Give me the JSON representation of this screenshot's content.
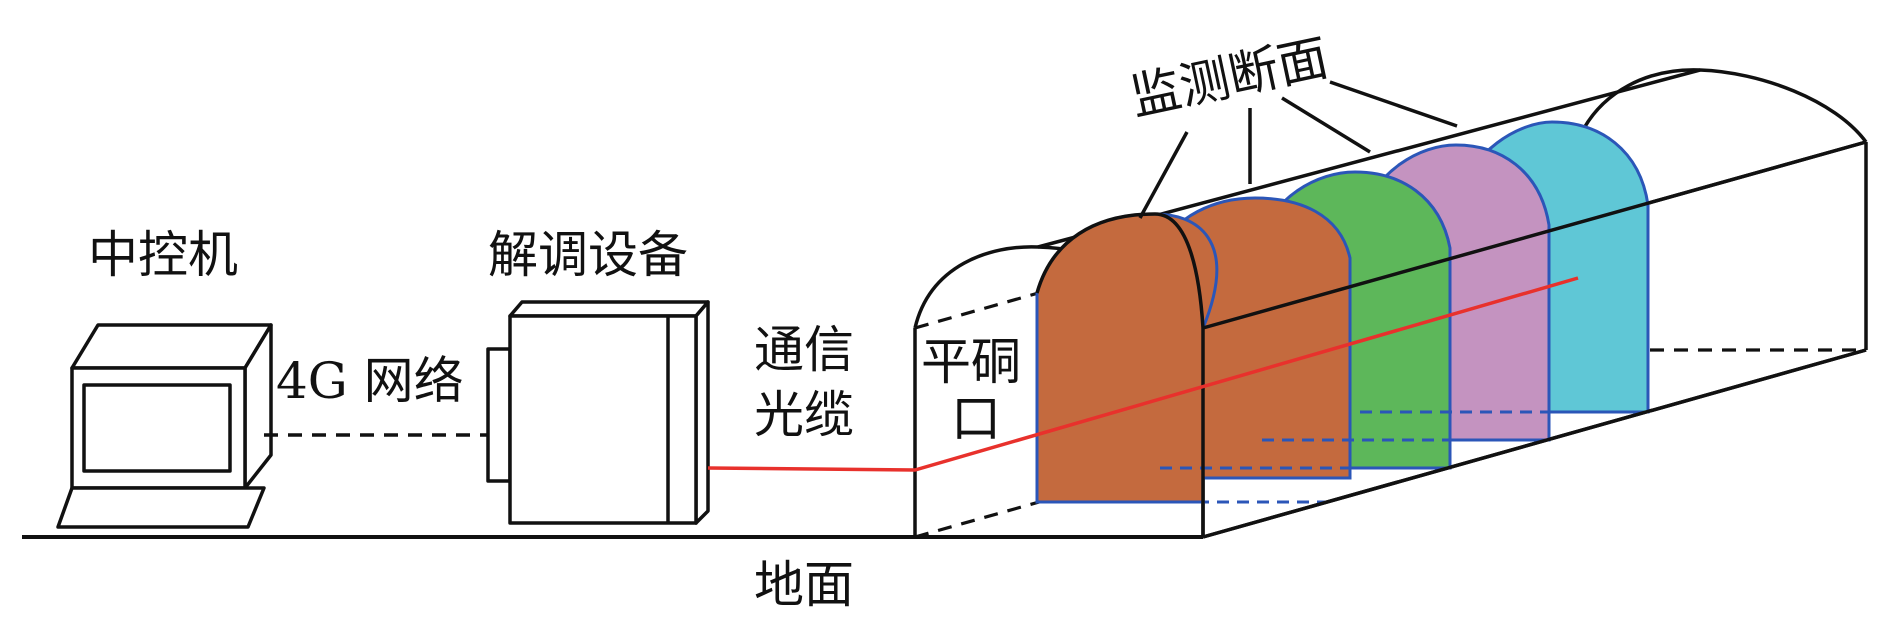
{
  "labels": {
    "controller": "中控机",
    "network": "4G 网络",
    "demodulator": "解调设备",
    "cable_line1": "通信",
    "cable_line2": "光缆",
    "adit_line1": "平硐",
    "adit_line2": "口",
    "monitoring_sections": "监测断面",
    "ground": "地面"
  },
  "colors": {
    "line": "#111111",
    "fiber": "#e8312c",
    "section_outline": "#2b56b8",
    "section_1": "#c46a3e",
    "section_2": "#5db75a",
    "section_3": "#c493c0",
    "section_4": "#5fc7d6"
  }
}
